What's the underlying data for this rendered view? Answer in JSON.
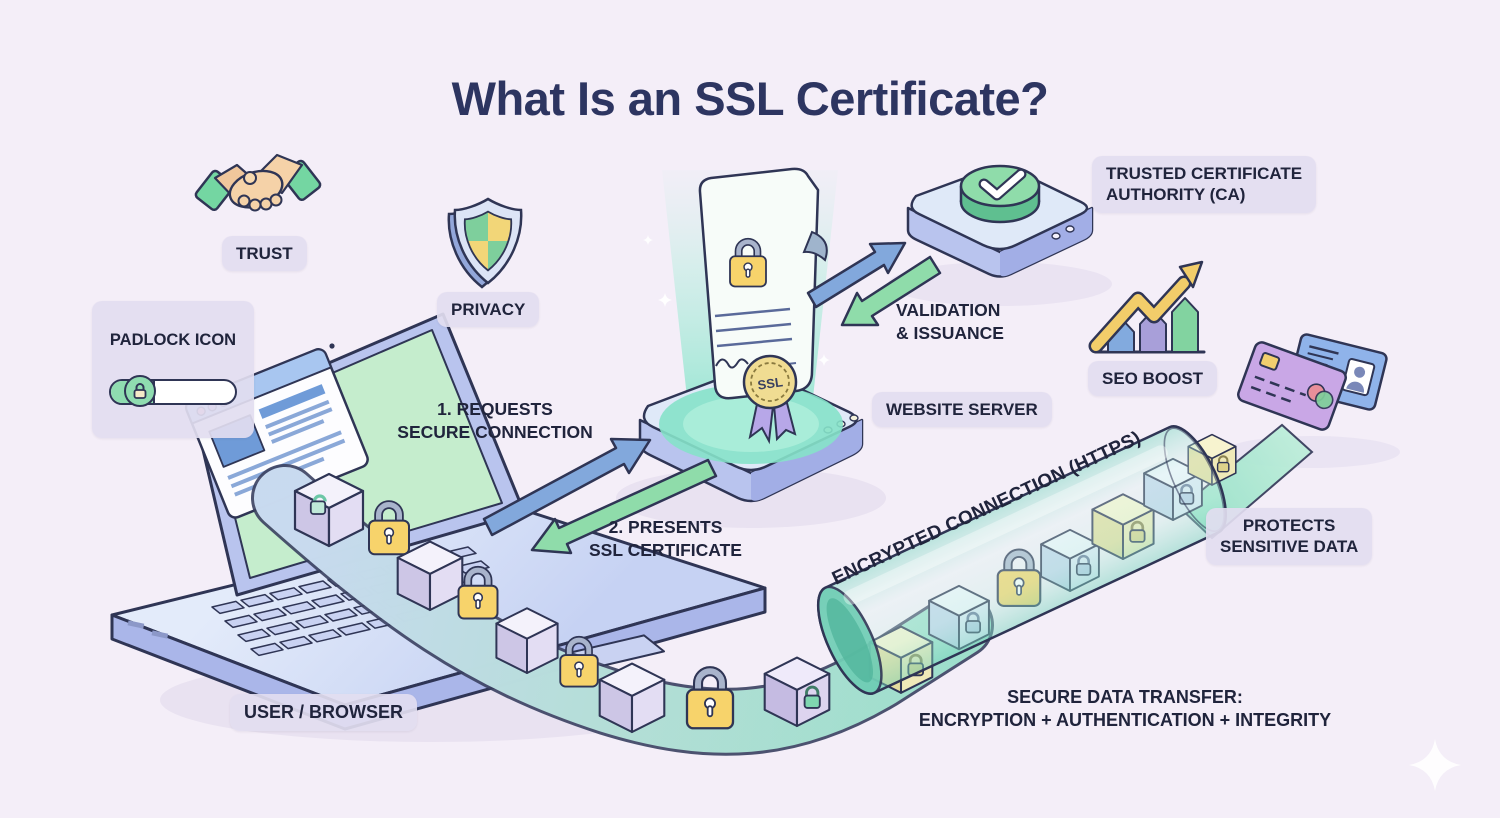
{
  "title": "What Is an SSL Certificate?",
  "benefits": {
    "trust": {
      "label": "TRUST",
      "icon": "handshake-icon"
    },
    "privacy": {
      "label": "PRIVACY",
      "icon": "shield-icon"
    },
    "padlock": {
      "label": "PADLOCK ICON",
      "icon": "address-bar-padlock-icon"
    },
    "seo": {
      "label": "SEO BOOST",
      "icon": "growth-chart-icon"
    },
    "protects": {
      "label": "PROTECTS\nSENSITIVE DATA",
      "icon": "credit-card-id-card-icon"
    }
  },
  "entities": {
    "user_browser": "USER / BROWSER",
    "website_server": "WEBSITE SERVER",
    "certificate_authority": "TRUSTED CERTIFICATE\nAUTHORITY (CA)",
    "certificate_seal": "SSL"
  },
  "flow": {
    "step1": "1. REQUESTS\nSECURE CONNECTION",
    "step2": "2. PRESENTS\nSSL CERTIFICATE",
    "validation": "VALIDATION\n& ISSUANCE",
    "encrypted_connection": "ENCRYPTED CONNECTION (HTTPS)",
    "secure_transfer": "SECURE DATA TRANSFER:\nENCRYPTION + AUTHENTICATION + INTEGRITY"
  },
  "icons": {
    "handshake-icon": "two shaking hands with green cuffs",
    "shield-icon": "shield quartered green and yellow",
    "address-bar-padlock-icon": "browser address pill with green padlock toggle",
    "laptop-icon": "isometric laptop with browser window on green screen",
    "certificate-icon": "SSL certificate scroll with padlock, signature and seal",
    "checkmark-icon": "green check button on CA server",
    "server-platform-icon": "isometric server platform with indicator dots",
    "growth-chart-icon": "rising bar chart with yellow zigzag arrow",
    "credit-card-icon": "purple credit card with chip",
    "id-card-icon": "blue ID card with photo",
    "padlock-icon": "yellow padlock",
    "data-cube-icon": "encrypted data cube",
    "https-tunnel-icon": "translucent teal tube carrying locked data",
    "sparkle-icon": "four-point white sparkle"
  },
  "colors": {
    "background": "#f4eef8",
    "heading_text": "#2d3561",
    "label_text": "#20243c",
    "label_bg": "rgba(226,221,240,.92)",
    "outline_dark": "#2f3555",
    "arrow_blue": "#82a8dc",
    "arrow_green": "#8fdcaa",
    "padlock_yellow": "#f7d36b",
    "tube_teal": "#9fe5d0",
    "screen_green": "#c5edcd",
    "platform_top": "#dfe9f8",
    "platform_side": "#aab6e9",
    "check_green": "#8fdcaa",
    "card_purple": "#c9a7e6",
    "card_blue": "#8fb3ea",
    "seal_yellow": "#f0dc92",
    "ribbon_purple": "#b7a7e8",
    "cuff_green": "#74d6a2",
    "hand_skin": "#f5d2a8",
    "stream_blue": "#cfe1f6",
    "stream_teal": "#ade7d6"
  }
}
